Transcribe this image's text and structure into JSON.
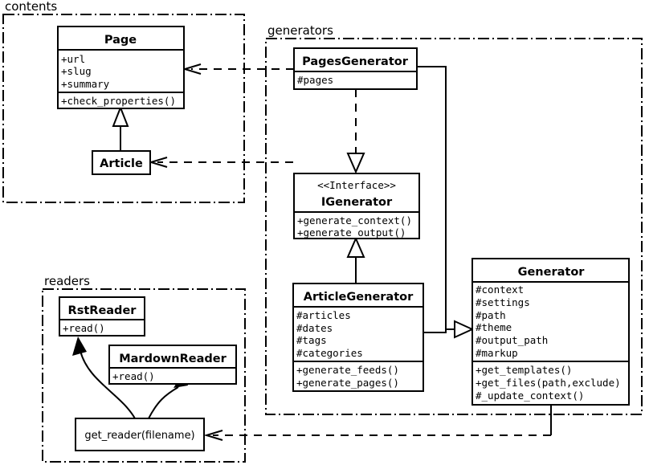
{
  "diagram": {
    "type": "uml-class-diagram",
    "packages": [
      {
        "id": "contents",
        "label": "contents"
      },
      {
        "id": "generators",
        "label": "generators"
      },
      {
        "id": "readers",
        "label": "readers"
      }
    ],
    "classes": [
      {
        "id": "page",
        "package": "contents",
        "name": "Page",
        "stereotype": "",
        "attributes": [
          "+url",
          "+slug",
          "+summary"
        ],
        "methods": [
          "+check_properties()"
        ]
      },
      {
        "id": "article",
        "package": "contents",
        "name": "Article",
        "stereotype": "",
        "attributes": [],
        "methods": []
      },
      {
        "id": "pagesgenerator",
        "package": "generators",
        "name": "PagesGenerator",
        "stereotype": "",
        "attributes": [
          "#pages"
        ],
        "methods": []
      },
      {
        "id": "igenerator",
        "package": "generators",
        "name": "IGenerator",
        "stereotype": "<<Interface>>",
        "attributes": [],
        "methods": [
          "+generate_context()",
          "+generate_output()"
        ]
      },
      {
        "id": "articlegenerator",
        "package": "generators",
        "name": "ArticleGenerator",
        "stereotype": "",
        "attributes": [
          "#articles",
          "#dates",
          "#tags",
          "#categories"
        ],
        "methods": [
          "+generate_feeds()",
          "+generate_pages()"
        ]
      },
      {
        "id": "generator",
        "package": "generators",
        "name": "Generator",
        "stereotype": "",
        "attributes": [
          "#context",
          "#settings",
          "#path",
          "#theme",
          "#output_path",
          "#markup"
        ],
        "methods": [
          "+get_templates()",
          "+get_files(path,exclude)",
          "#_update_context()"
        ]
      },
      {
        "id": "rstreader",
        "package": "readers",
        "name": "RstReader",
        "stereotype": "",
        "attributes": [],
        "methods": [
          "+read()"
        ]
      },
      {
        "id": "mardownreader",
        "package": "readers",
        "name": "MardownReader",
        "stereotype": "",
        "attributes": [],
        "methods": [
          "+read()"
        ]
      }
    ],
    "functions": [
      {
        "id": "get_reader",
        "package": "readers",
        "label": "get_reader(filename)"
      }
    ],
    "relations": [
      {
        "from": "article",
        "to": "page",
        "type": "generalization",
        "style": "solid"
      },
      {
        "from": "pagesgenerator",
        "to": "page",
        "type": "dependency",
        "style": "dashed"
      },
      {
        "from": "articlegenerator",
        "to": "article",
        "type": "dependency",
        "style": "dashed"
      },
      {
        "from": "pagesgenerator",
        "to": "igenerator",
        "type": "realization",
        "style": "dashed"
      },
      {
        "from": "articlegenerator",
        "to": "igenerator",
        "type": "generalization",
        "style": "solid"
      },
      {
        "from": "pagesgenerator",
        "to": "generator",
        "type": "generalization",
        "style": "solid"
      },
      {
        "from": "articlegenerator",
        "to": "generator",
        "type": "generalization",
        "style": "solid"
      },
      {
        "from": "generator",
        "to": "get_reader",
        "type": "dependency",
        "style": "dashed"
      },
      {
        "from": "get_reader",
        "to": "rstreader",
        "type": "dependency",
        "style": "curved"
      },
      {
        "from": "get_reader",
        "to": "mardownreader",
        "type": "dependency",
        "style": "curved"
      }
    ],
    "colors": {
      "stroke": "#000000",
      "fill": "#ffffff",
      "background": "#ffffff"
    }
  }
}
